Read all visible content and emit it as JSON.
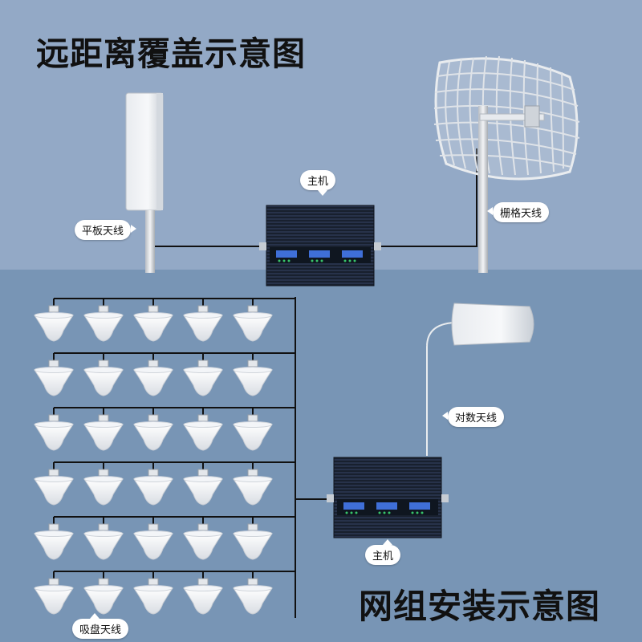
{
  "top_title": "远距离覆盖示意图",
  "bottom_title": "网组安装示意图",
  "labels": {
    "host_top": "主机",
    "panel_antenna": "平板天线",
    "grid_antenna": "栅格天线",
    "log_periodic_antenna": "对数天线",
    "host_bottom": "主机",
    "ceiling_antenna": "吸盘天线"
  },
  "ceiling_antenna_grid": {
    "rows": 6,
    "columns": 5
  },
  "colors": {
    "background_top": "#93a9c6",
    "background_bottom": "#7895b5",
    "cable": "#111111",
    "device_body": "#1e2a3a",
    "display_screen": "#3f6fd8"
  }
}
